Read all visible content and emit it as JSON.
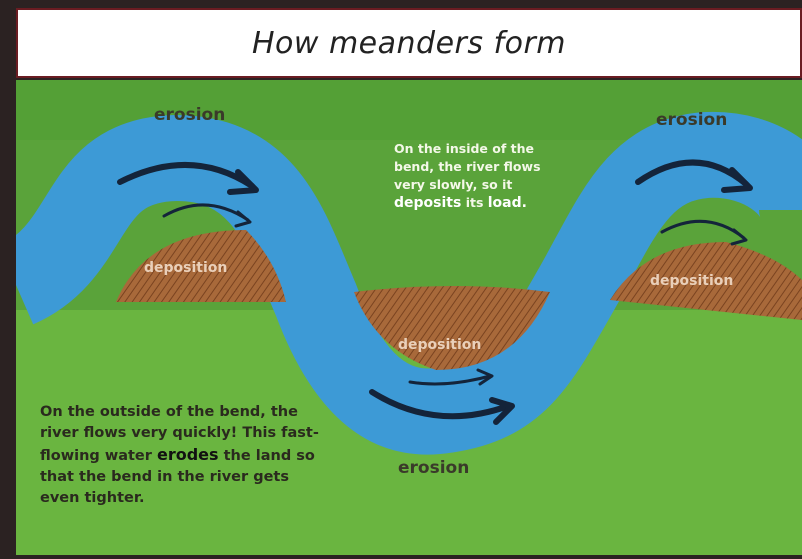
{
  "title": "How meanders form",
  "labels": {
    "erosion": "erosion",
    "deposition": "deposition"
  },
  "inside_text": {
    "part1": "On the inside of the bend, the river flows very slowly, so it",
    "bold": "deposits",
    "part2": "its",
    "bold2": "load."
  },
  "outside_text": {
    "part1": "On the outside of the bend, the river flows very quickly! This fast-flowing water",
    "bold": "erodes",
    "part2": "the land so that the bend in the river gets even tighter."
  },
  "colors": {
    "background": "#5aa33a",
    "river": "#3d9ad6",
    "deposition": "#9a5a2a",
    "erosion_bank": "#e8d24a",
    "arrow": "#14243a",
    "title_border": "#6a1c22"
  }
}
